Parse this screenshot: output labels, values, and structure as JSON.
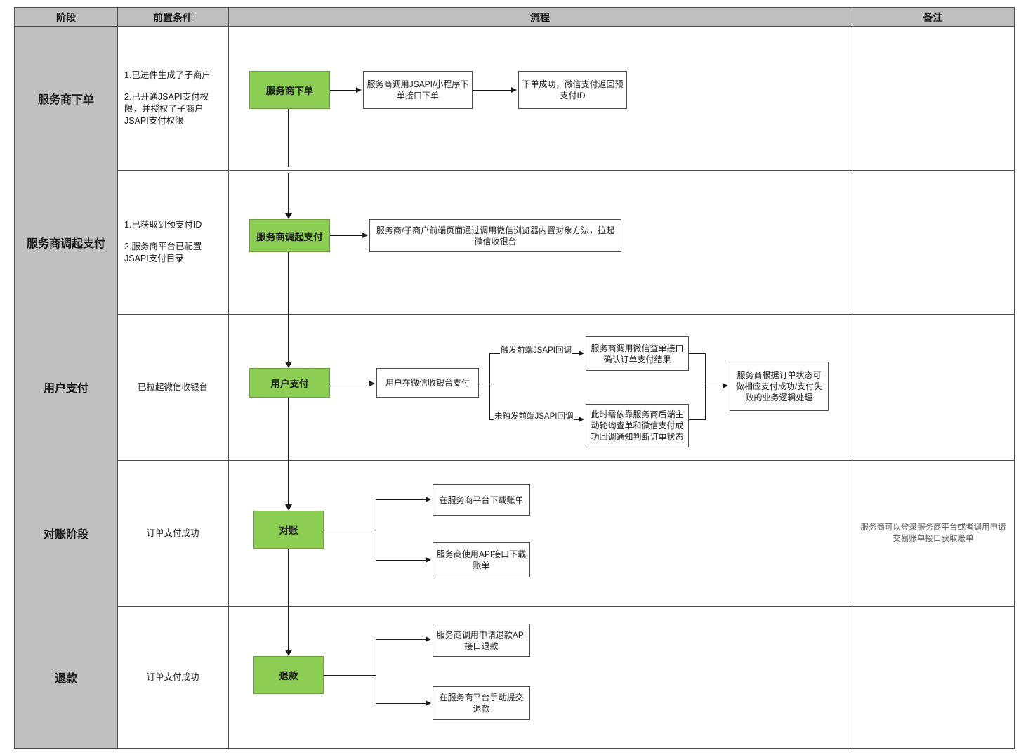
{
  "table": {
    "headers": [
      "阶段",
      "前置条件",
      "流程",
      "备注"
    ],
    "rows": [
      {
        "stage": "服务商下单",
        "preconditions": [
          "1.已进件生成了子商户",
          "2.已开通JSAPI支付权限，并授权了子商户JSAPI支付权限"
        ],
        "preconditions_centered": false,
        "note": "",
        "flow": {
          "start": "服务商下单",
          "steps": [
            "服务商调用JSAPI/小程序下单接口下单",
            "下单成功，微信支付返回预支付ID"
          ]
        }
      },
      {
        "stage": "服务商调起支付",
        "preconditions": [
          "1.已获取到预支付ID",
          "2.服务商平台已配置JSAPI支付目录"
        ],
        "preconditions_centered": false,
        "note": "",
        "flow": {
          "start": "服务商调起支付",
          "steps": [
            "服务商/子商户前端页面通过调用微信浏览器内置对象方法，拉起微信收银台"
          ]
        }
      },
      {
        "stage": "用户支付",
        "preconditions": [
          "已拉起微信收银台"
        ],
        "preconditions_centered": true,
        "note": "",
        "flow": {
          "start": "用户支付",
          "step1": "用户在微信收银台支付",
          "branch_top_label": "触发前端JSAPI回调",
          "branch_bottom_label": "未触发前端JSAPI回调",
          "branch_top": "服务商调用微信查单接口确认订单支付结果",
          "branch_bottom": "此时需依靠服务商后端主动轮询查单和微信支付成功回调通知判断订单状态",
          "merge": "服务商根据订单状态可做相应支付成功/支付失败的业务逻辑处理"
        }
      },
      {
        "stage": "对账阶段",
        "preconditions": [
          "订单支付成功"
        ],
        "preconditions_centered": true,
        "note": "服务商可以登录服务商平台或者调用申请交易账单接口获取账单",
        "flow": {
          "start": "对账",
          "branch_top": "在服务商平台下载账单",
          "branch_bottom": "服务商使用API接口下载账单"
        }
      },
      {
        "stage": "退款",
        "preconditions": [
          "订单支付成功"
        ],
        "preconditions_centered": true,
        "note": "",
        "flow": {
          "start": "退款",
          "branch_top": "服务商调用申请退款API接口退款",
          "branch_bottom": "在服务商平台手动提交退款"
        }
      }
    ]
  },
  "colors": {
    "node_green": "#8CCE54",
    "header_gray": "#C0C0C0",
    "border": "#4D4D4D",
    "line": "#1A1A1A"
  }
}
